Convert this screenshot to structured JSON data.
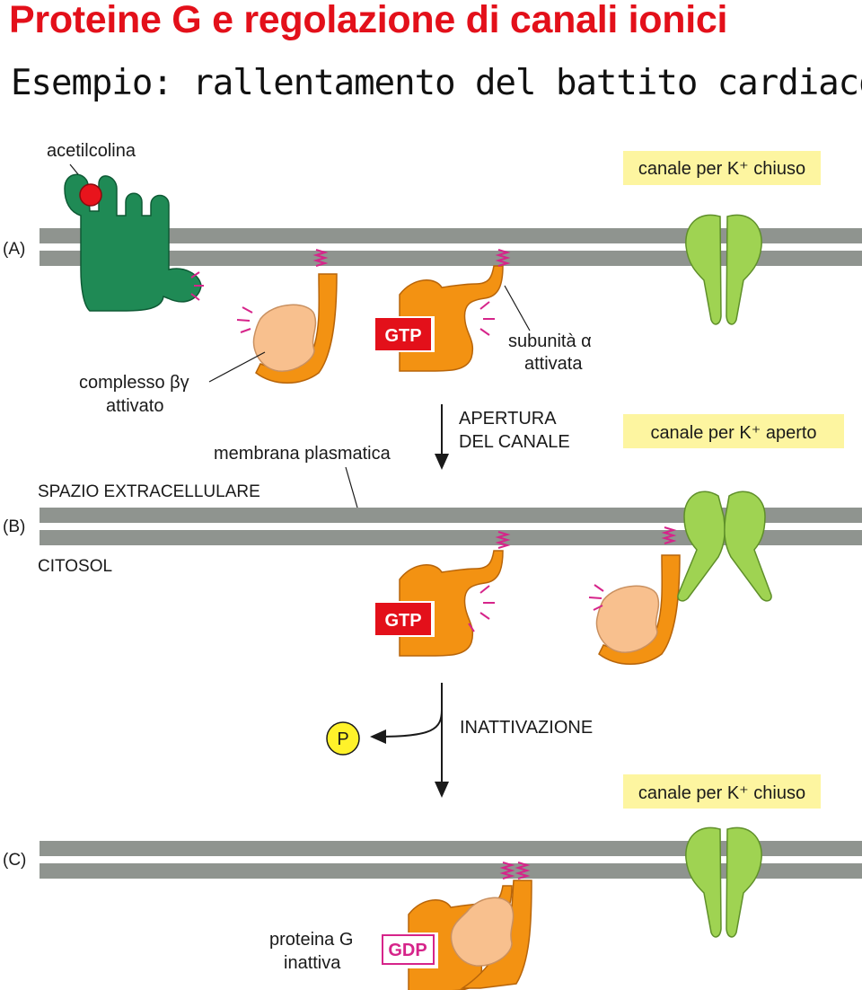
{
  "header": {
    "title": "Proteine G e regolazione di canali ionici",
    "subtitle": "Esempio: rallentamento del battito cardiaco"
  },
  "labels": {
    "acetylcholine": "acetilcolina",
    "beta_gamma_line1": "complesso βγ",
    "beta_gamma_line2": "attivato",
    "alpha_line1": "subunità α",
    "alpha_line2": "attivata",
    "membrane": "membrana plasmatica",
    "extracellular": "SPAZIO EXTRACELLULARE",
    "cytosol": "CITOSOL",
    "opening_line1": "APERTURA",
    "opening_line2": "DEL CANALE",
    "inactivation": "INATTIVAZIONE",
    "g_protein_line1": "proteina G",
    "g_protein_line2": "inattiva",
    "phosphate": "P"
  },
  "channel_states": {
    "a": "canale per K⁺ chiuso",
    "b": "canale per K⁺ aperto",
    "c": "canale per K⁺ chiuso"
  },
  "panels": [
    "(A)",
    "(B)",
    "(C)"
  ],
  "badges": {
    "gtp_a": "GTP",
    "gtp_b": "GTP",
    "gdp_c": "GDP"
  },
  "colors": {
    "title": "#e3101a",
    "membrane": "#8f948f",
    "receptor": "#1f8a55",
    "acetylcholine": "#e8141c",
    "g_alpha": "#f39212",
    "g_beta_gamma": "#f8c08e",
    "channel": "#9fd352",
    "label_highlight": "#fdf5a0",
    "gtp_badge": "#e3101a",
    "gdp_badge": "#d6248a",
    "anchor": "#d6248a",
    "phosphate": "#fff22a"
  }
}
